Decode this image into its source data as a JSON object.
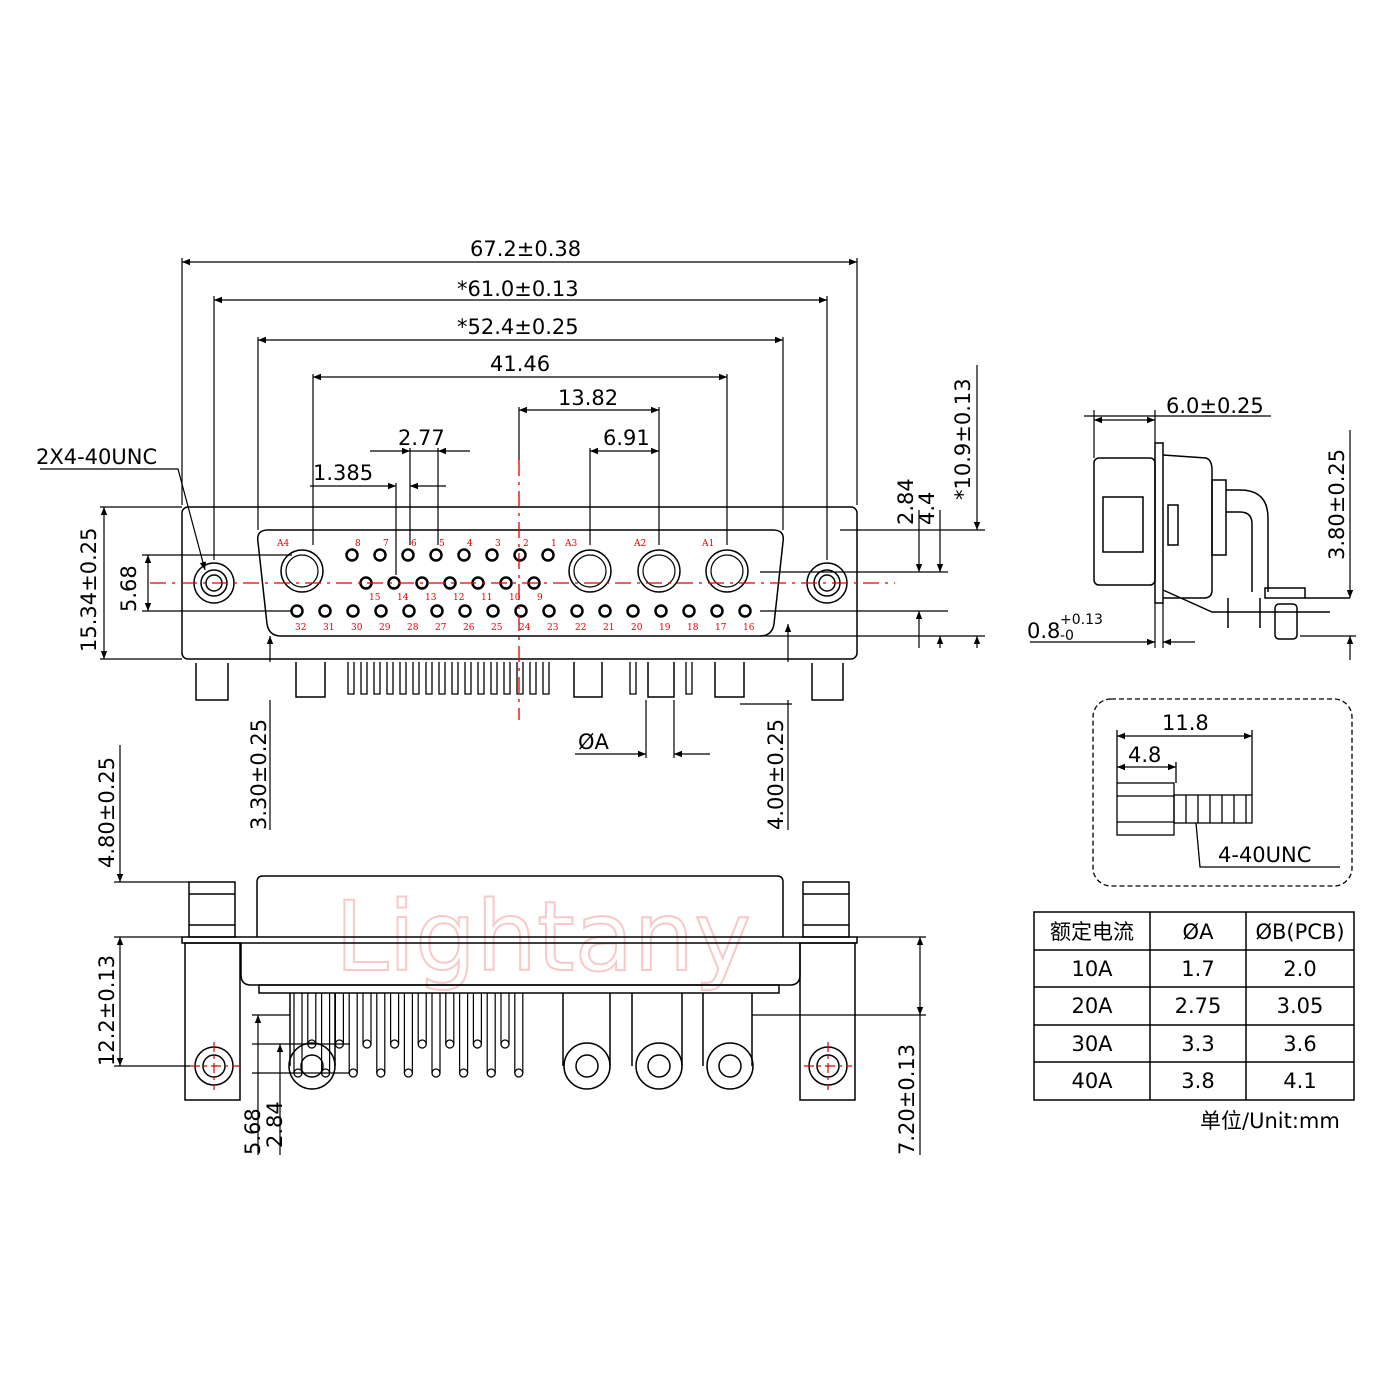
{
  "watermark": "Lightany",
  "note_thread": "2X4-40UNC",
  "front_view": {
    "dims_top": [
      "67.2±0.38",
      "*61.0±0.13",
      "*52.4±0.25",
      "41.46",
      "13.82",
      "6.91",
      "2.77",
      "1.385"
    ],
    "dims_left": [
      "15.34±0.25",
      "5.68"
    ],
    "dims_right": [
      "2.84",
      "4.4",
      "*10.9±0.13"
    ],
    "dims_bottom": [
      "3.30±0.25",
      "4.00±0.25",
      "ØA"
    ],
    "pins_row1": [
      "A4",
      "8",
      "7",
      "6",
      "5",
      "4",
      "3",
      "2",
      "1",
      "A3",
      "A2",
      "A1"
    ],
    "pins_row2": [
      "15",
      "14",
      "13",
      "12",
      "11",
      "10",
      "9"
    ],
    "pins_row3": [
      "32",
      "31",
      "30",
      "29",
      "28",
      "27",
      "26",
      "25",
      "24",
      "23",
      "22",
      "21",
      "20",
      "19",
      "18",
      "17",
      "16"
    ]
  },
  "side_view": {
    "dim_top": "6.0±0.25",
    "dim_right": "3.80±0.25",
    "dim_bottom": "0.8",
    "tol_upper": "+0.13",
    "tol_lower": "-0"
  },
  "screw_detail": {
    "dims": [
      "11.8",
      "4.8"
    ],
    "thread": "4-40UNC"
  },
  "bottom_view": {
    "dims_left": [
      "4.80±0.25",
      "12.2±0.13",
      "5.68",
      "2.84"
    ],
    "dims_right": [
      "7.20±0.13"
    ]
  },
  "table": {
    "headers": [
      "额定电流",
      "ØA",
      "ØB(PCB)"
    ],
    "rows": [
      [
        "10A",
        "1.7",
        "2.0"
      ],
      [
        "20A",
        "2.75",
        "3.05"
      ],
      [
        "30A",
        "3.3",
        "3.6"
      ],
      [
        "40A",
        "3.8",
        "4.1"
      ]
    ],
    "unit": "单位/Unit:mm"
  }
}
